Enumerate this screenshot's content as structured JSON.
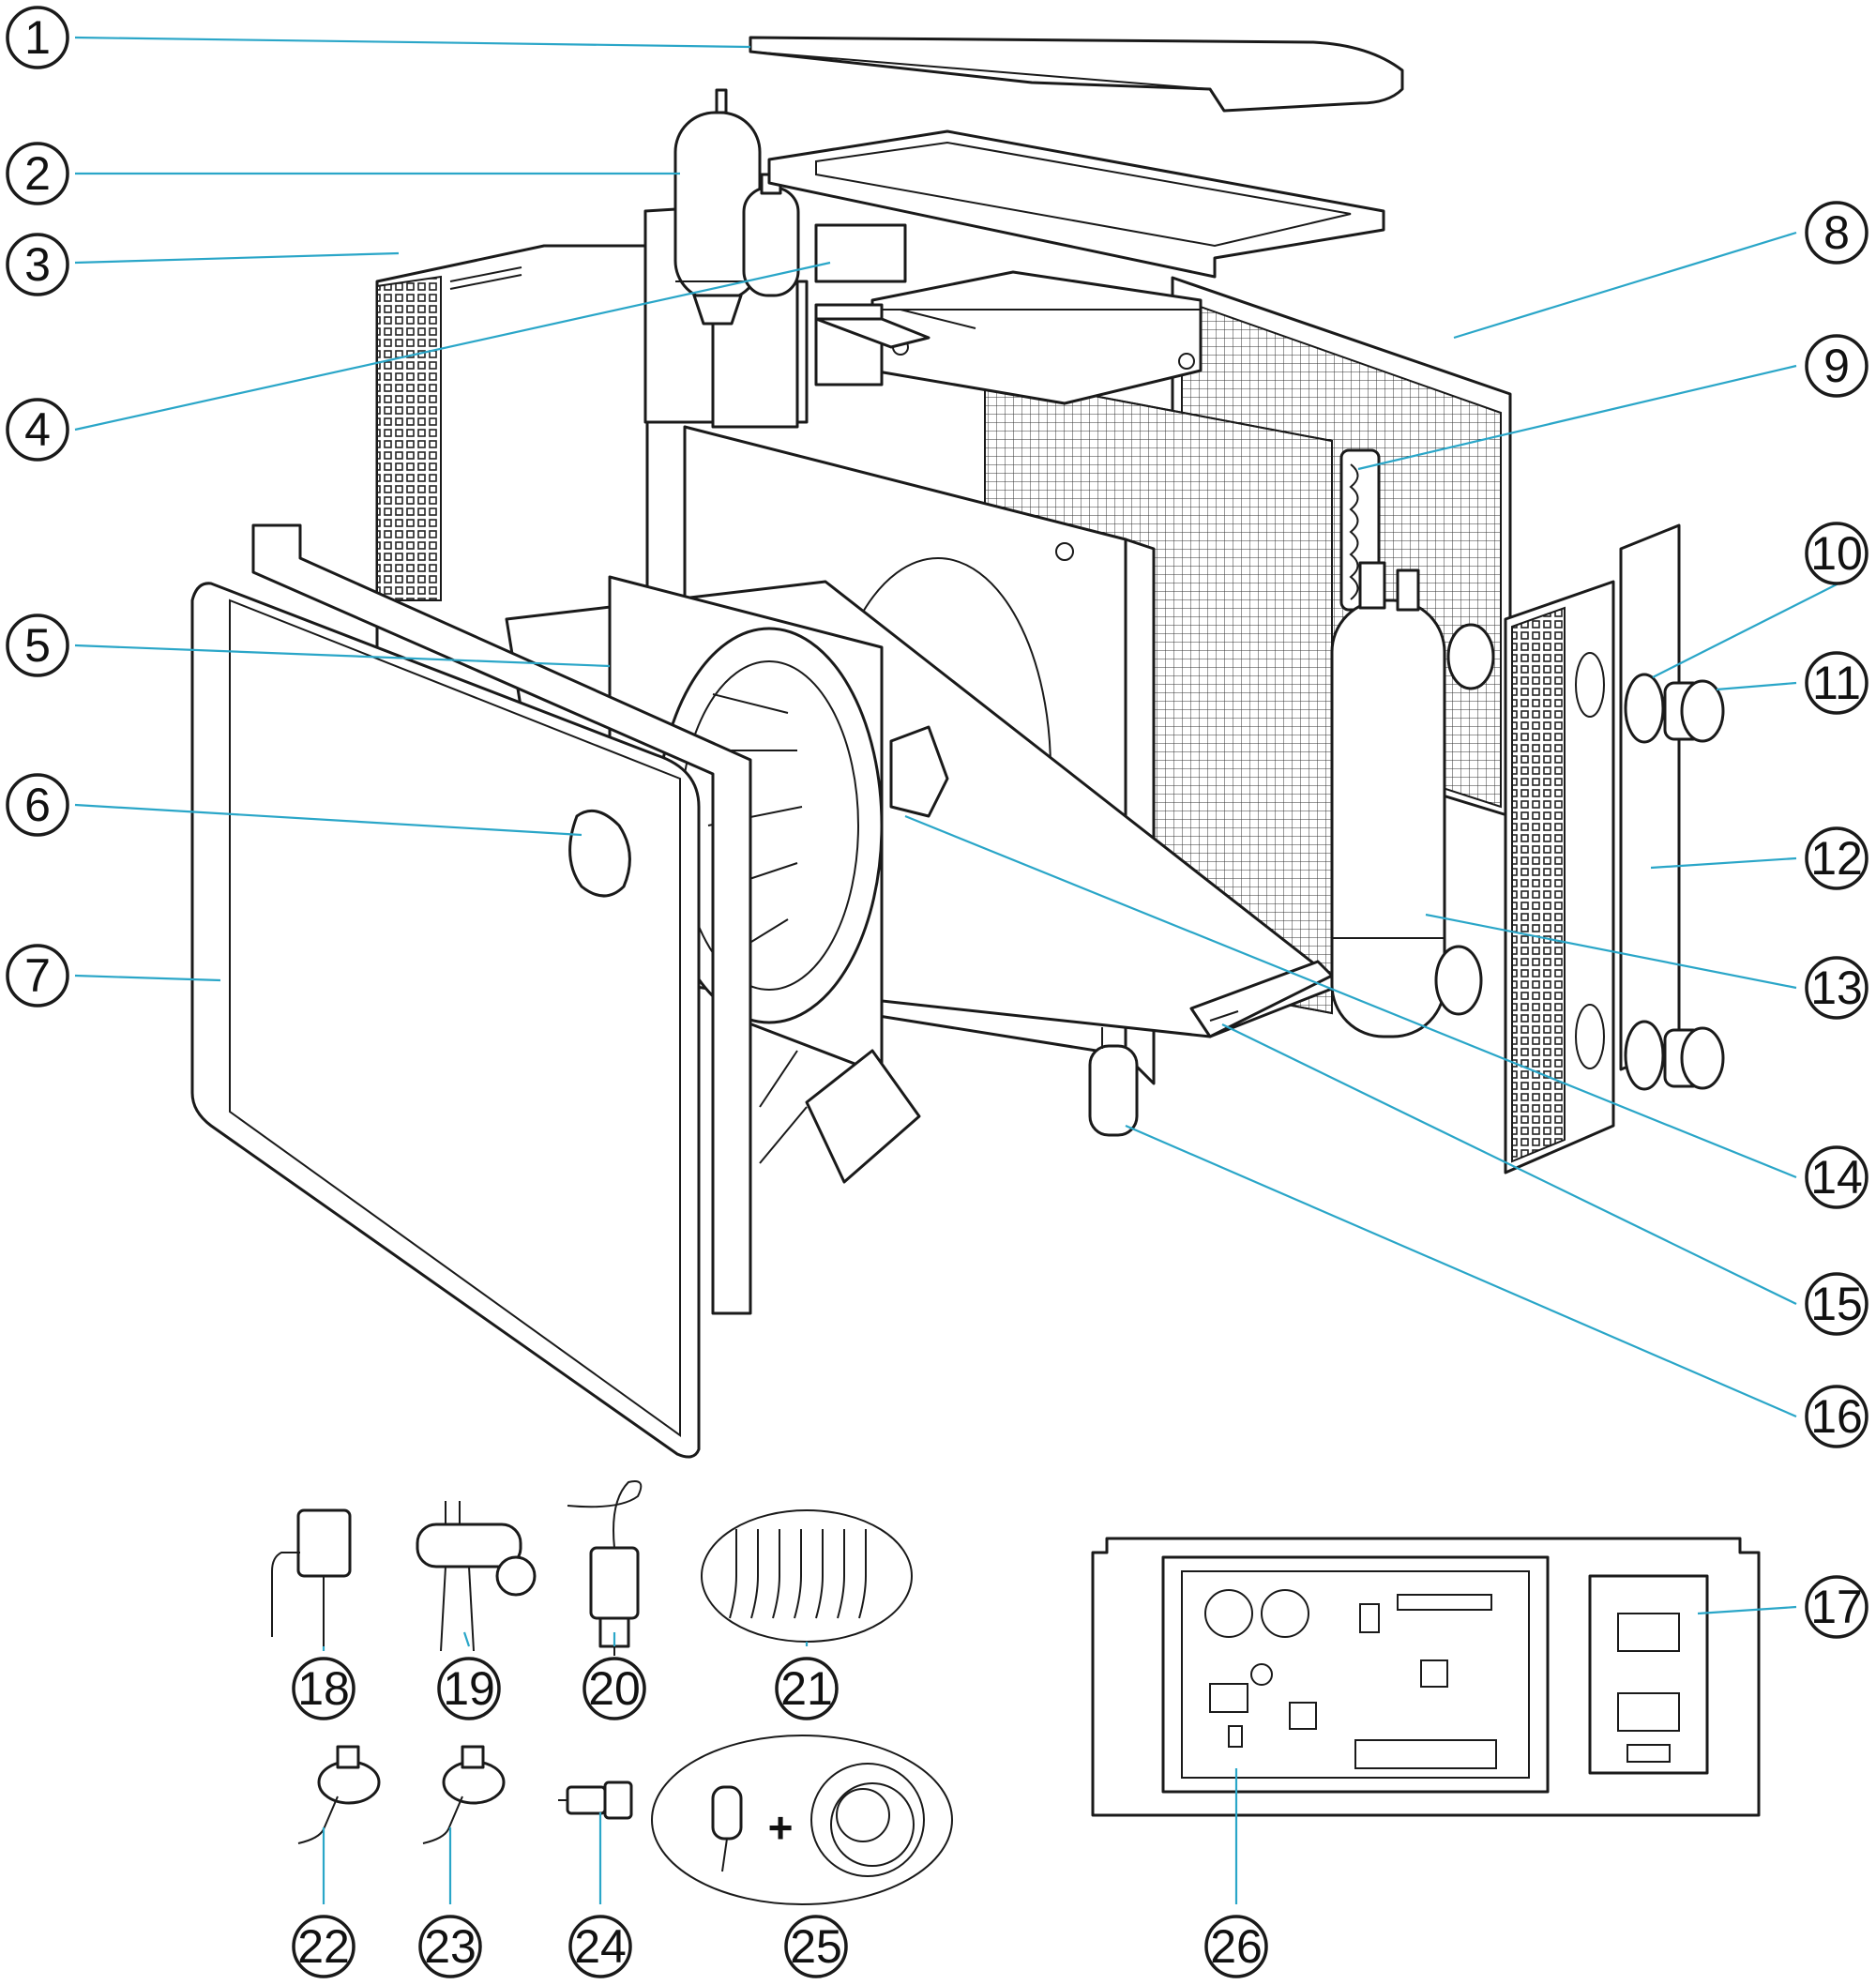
{
  "diagram": {
    "leader_color": "#2aa6c8",
    "callouts": [
      {
        "id": "c1",
        "label": "1"
      },
      {
        "id": "c2",
        "label": "2"
      },
      {
        "id": "c3",
        "label": "3"
      },
      {
        "id": "c4",
        "label": "4"
      },
      {
        "id": "c5",
        "label": "5"
      },
      {
        "id": "c6",
        "label": "6"
      },
      {
        "id": "c7",
        "label": "7"
      },
      {
        "id": "c8",
        "label": "8"
      },
      {
        "id": "c9",
        "label": "9"
      },
      {
        "id": "c10",
        "label": "10"
      },
      {
        "id": "c11",
        "label": "11"
      },
      {
        "id": "c12",
        "label": "12"
      },
      {
        "id": "c13",
        "label": "13"
      },
      {
        "id": "c14",
        "label": "14"
      },
      {
        "id": "c15",
        "label": "15"
      },
      {
        "id": "c16",
        "label": "16"
      },
      {
        "id": "c17",
        "label": "17"
      },
      {
        "id": "c18",
        "label": "18"
      },
      {
        "id": "c19",
        "label": "19"
      },
      {
        "id": "c20",
        "label": "20"
      },
      {
        "id": "c21",
        "label": "21"
      },
      {
        "id": "c22",
        "label": "22"
      },
      {
        "id": "c23",
        "label": "23"
      },
      {
        "id": "c24",
        "label": "24"
      },
      {
        "id": "c25",
        "label": "25"
      },
      {
        "id": "c26",
        "label": "26"
      }
    ],
    "plus_sign": "+"
  }
}
